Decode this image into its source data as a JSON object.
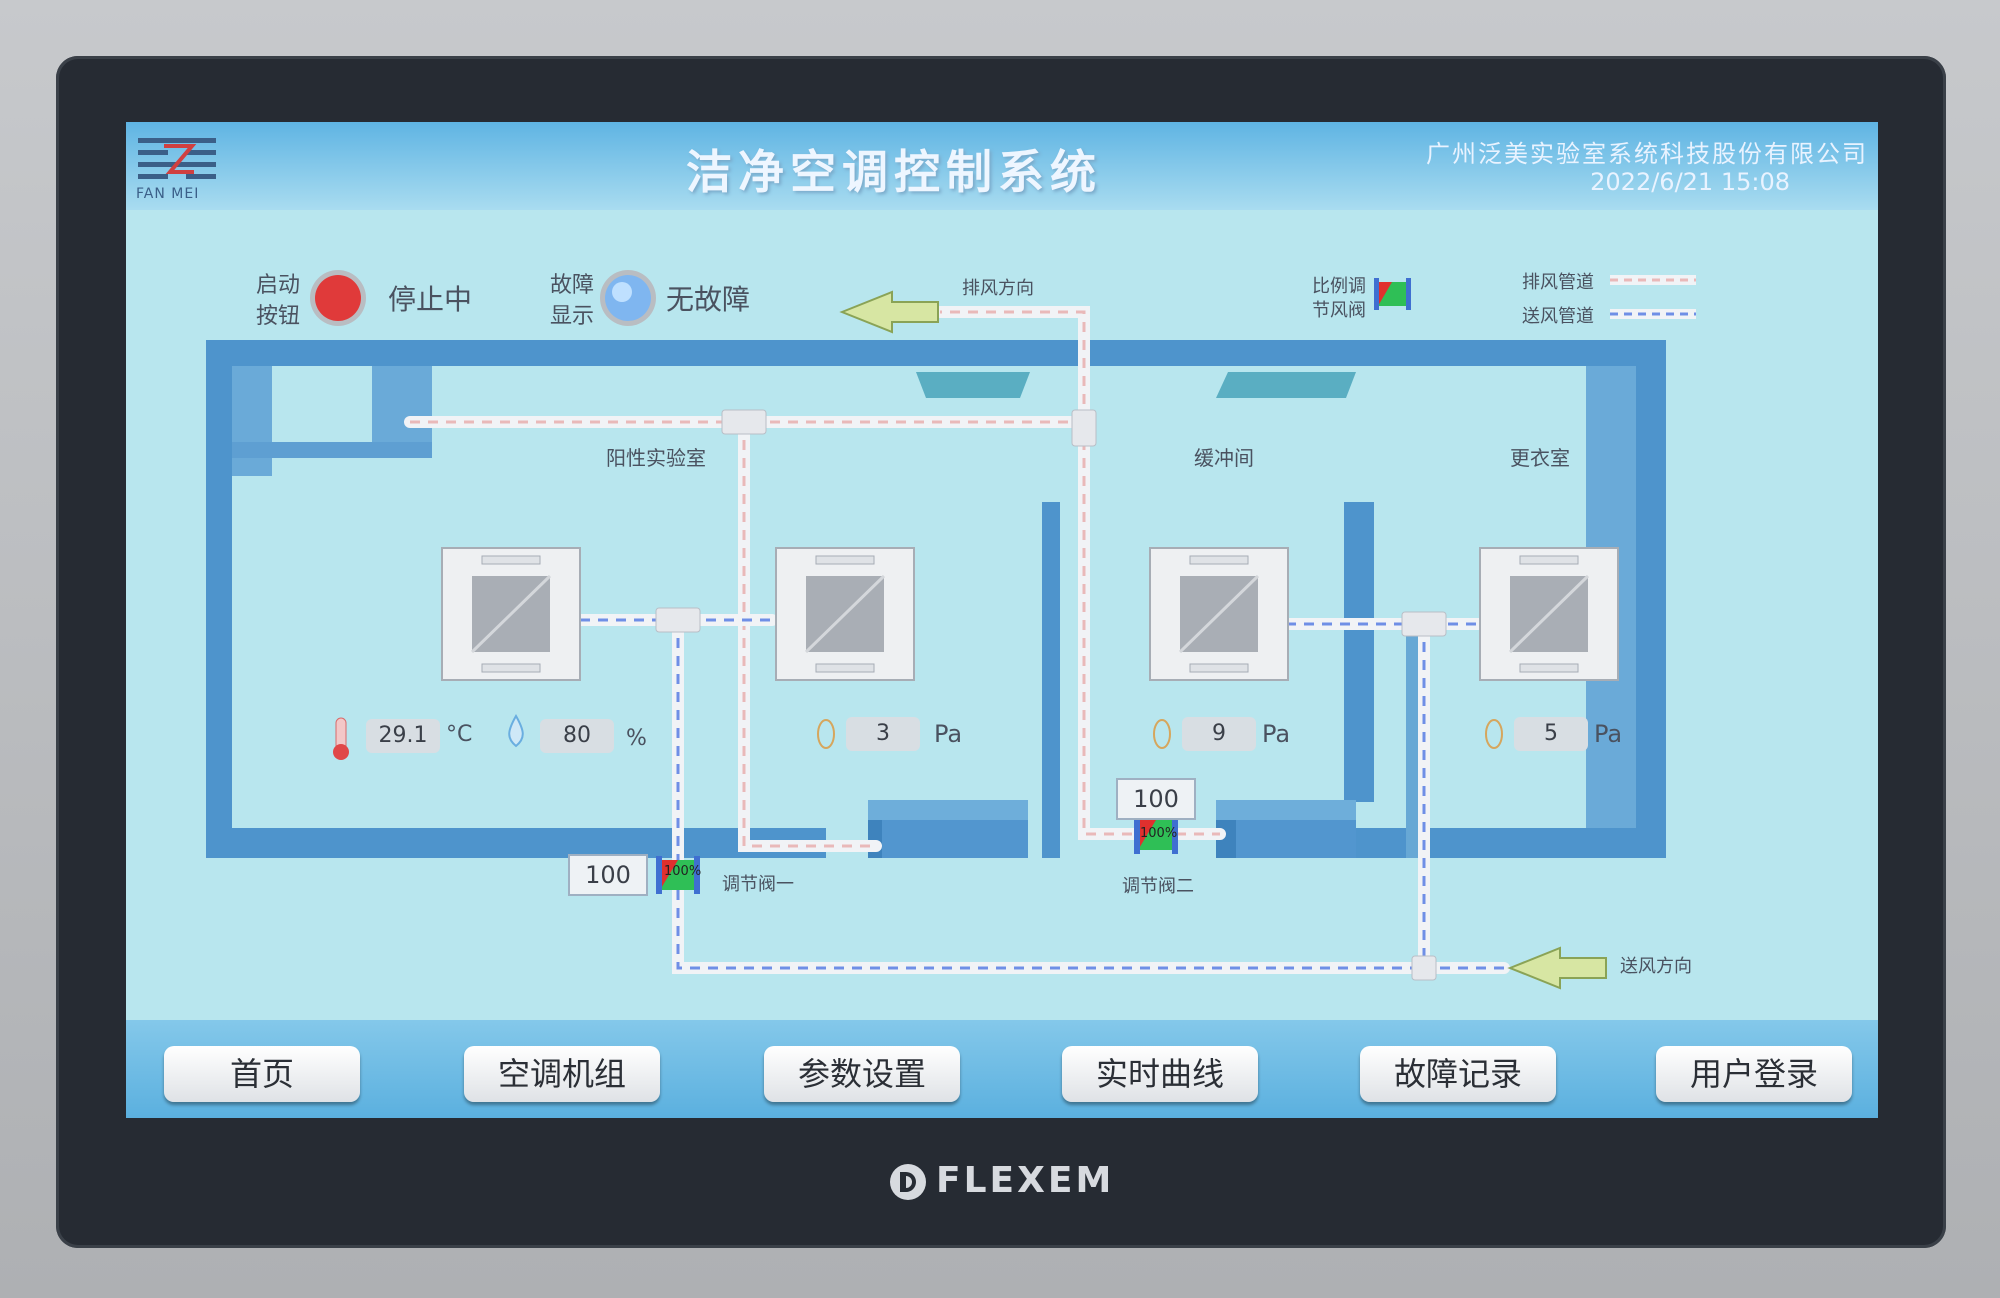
{
  "header": {
    "logo_text": "FAN MEI",
    "title": "洁净空调控制系统",
    "company": "广州泛美实验室系统科技股份有限公司",
    "datetime": "2022/6/21 15:08"
  },
  "controls": {
    "start_label_1": "启动",
    "start_label_2": "按钮",
    "start_status": "停止中",
    "fault_label_1": "故障",
    "fault_label_2": "显示",
    "fault_status": "无故障"
  },
  "legend": {
    "exhaust_direction": "排风方向",
    "supply_direction": "送风方向",
    "valve_label_1": "比例调",
    "valve_label_2": "节风阀",
    "exhaust_duct": "排风管道",
    "supply_duct": "送风管道"
  },
  "rooms": {
    "positive_lab": "阳性实验室",
    "buffer": "缓冲间",
    "changing": "更衣室"
  },
  "readings": {
    "temperature": "29.1",
    "temperature_unit": "°C",
    "humidity": "80",
    "humidity_unit": "%",
    "pressure_lab": "3",
    "pressure_buffer": "9",
    "pressure_changing": "5",
    "pressure_unit": "Pa"
  },
  "valves": {
    "valve1_setpoint": "100",
    "valve1_pct": "100%",
    "valve1_label": "调节阀一",
    "valve2_setpoint": "100",
    "valve2_pct": "100%",
    "valve2_label": "调节阀二"
  },
  "nav": {
    "home": "首页",
    "ac_unit": "空调机组",
    "params": "参数设置",
    "realtime": "实时曲线",
    "faults": "故障记录",
    "login": "用户登录"
  },
  "device_brand": "FLEXEM",
  "colors": {
    "start_indicator": "#e03a3a",
    "fault_indicator": "#7fb6f0",
    "wall": "#4e94cc",
    "screen_bg": "#b8e6ee"
  }
}
